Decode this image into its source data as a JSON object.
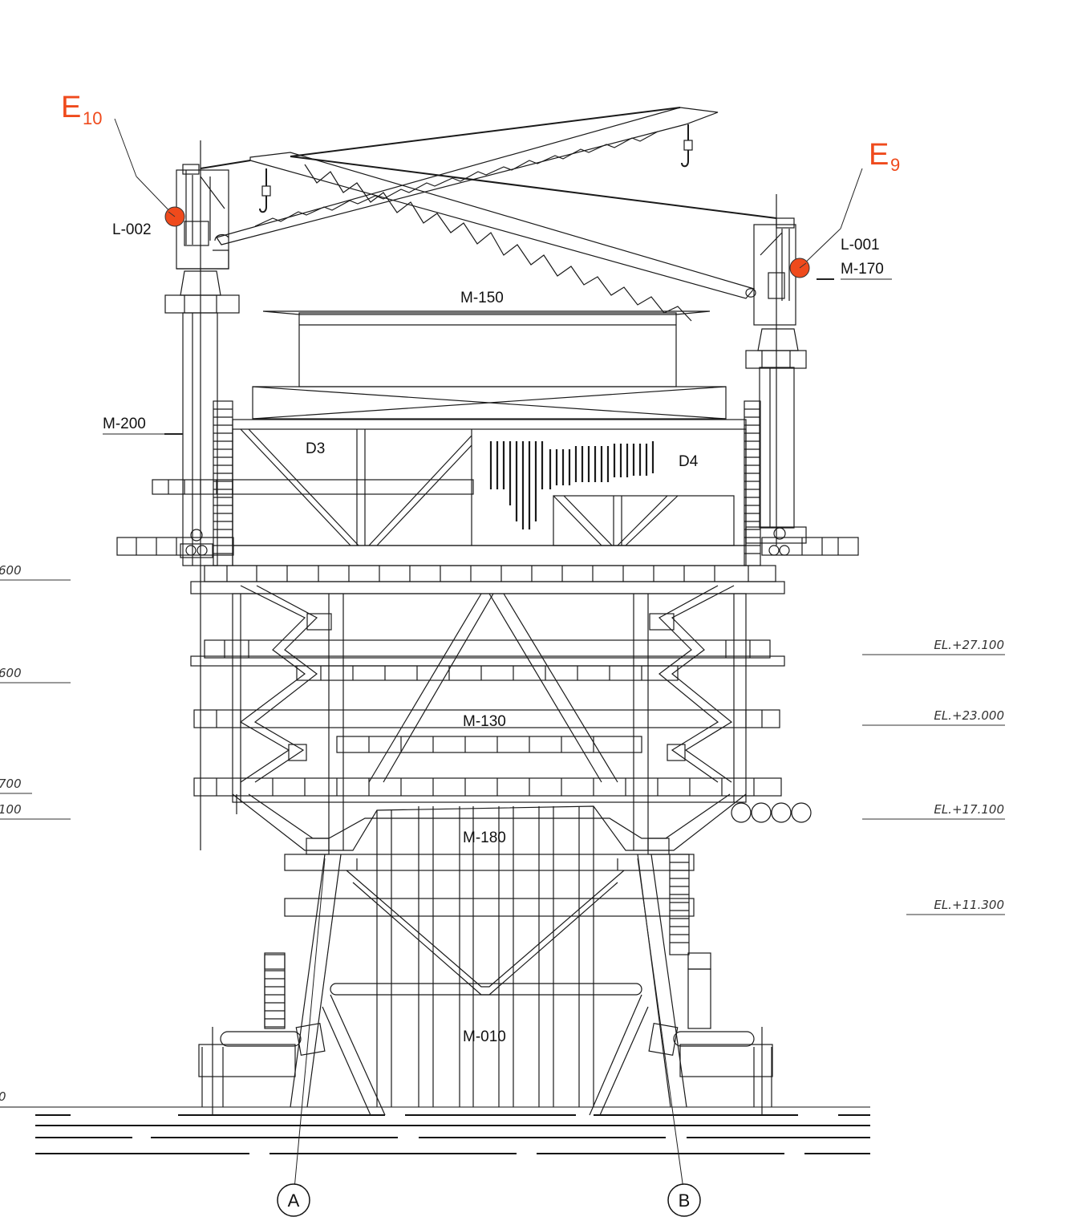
{
  "markers": [
    {
      "letter": "E",
      "sub": "10",
      "color": "#ef4a1c"
    },
    {
      "letter": "E",
      "sub": "9",
      "color": "#ef4a1c"
    }
  ],
  "labels": {
    "l002": "L-002",
    "l001": "L-001",
    "m170": "M-170",
    "m150": "M-150",
    "m200": "M-200",
    "d3": "D3",
    "d4": "D4",
    "m130": "M-130",
    "m180": "M-180",
    "m010": "M-010"
  },
  "elevations_right": [
    "EL.+27.100",
    "EL.+23.000",
    "EL.+17.100",
    "EL.+11.300"
  ],
  "elevations_left": [
    "600",
    "600",
    "700",
    "100",
    "0"
  ],
  "grid_bubbles": [
    "A",
    "B"
  ]
}
